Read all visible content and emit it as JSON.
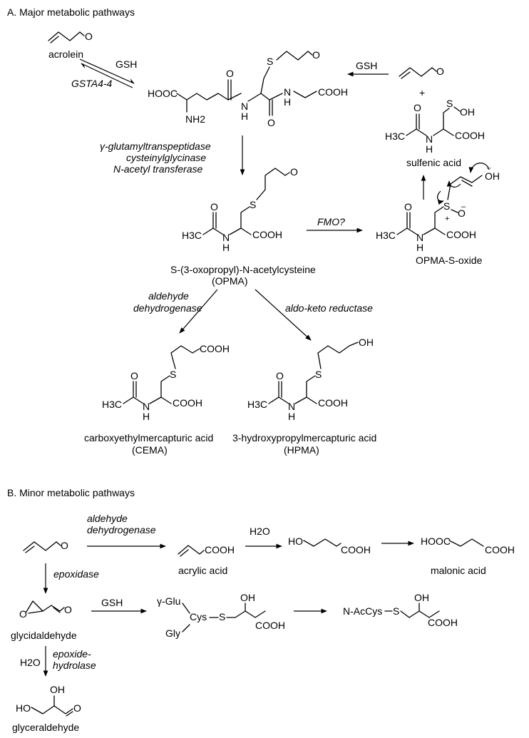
{
  "sections": {
    "major": "A. Major metabolic pathways",
    "minor": "B. Minor metabolic pathways"
  },
  "compounds": {
    "acrolein": "acrolein",
    "sulfenic_acid": "sulfenic acid",
    "opma_name": "S-(3-oxopropyl)-N-acetylcysteine",
    "opma_abbr": "(OPMA)",
    "opma_oxide": "OPMA-S-oxide",
    "cema_name": "carboxyethylmercapturic acid",
    "cema_abbr": "(CEMA)",
    "hpma_name": "3-hydroxypropylmercapturic acid",
    "hpma_abbr": "(HPMA)",
    "acrylic_acid": "acrylic acid",
    "malonic_acid": "malonic acid",
    "glycidaldehyde": "glycidaldehyde",
    "glyceraldehyde": "glyceraldehyde"
  },
  "reagents": {
    "gsh_left": "GSH",
    "gsh_right": "GSH",
    "gsh_minor": "GSH",
    "gsta": "GSTA4-4",
    "enzymes_1": "γ-glutamyltranspeptidase",
    "enzymes_2": "cysteinylglycinase",
    "enzymes_3": "N-acetyl transferase",
    "fmo": "FMO?",
    "aldehyde_dh_1": "aldehyde",
    "aldehyde_dh_2": "dehydrogenase",
    "aldo_keto": "aldo-keto reductase",
    "minor_aldehyde_1": "aldehyde",
    "minor_aldehyde_2": "dehydrogenase",
    "water_1": "H2O",
    "water_2": "H2O",
    "epoxidase": "epoxidase",
    "epoxide_hydrolase_1": "epoxide-",
    "epoxide_hydrolase_2": "hydrolase",
    "plus": "+"
  },
  "atoms": {
    "O": "O",
    "S": "S",
    "N": "N",
    "H": "H",
    "OH": "OH",
    "NH2": "NH2",
    "H3C": "H3C",
    "COOH": "COOH",
    "HOOC": "HOOC",
    "HO": "HO",
    "S_OH": "S",
    "S_plus": "+",
    "S_minus": "–",
    "lone_pair": "··",
    "gamma_glu": "γ-Glu",
    "gly": "Gly",
    "cys": "Cys",
    "nacys": "N-AcCys"
  }
}
